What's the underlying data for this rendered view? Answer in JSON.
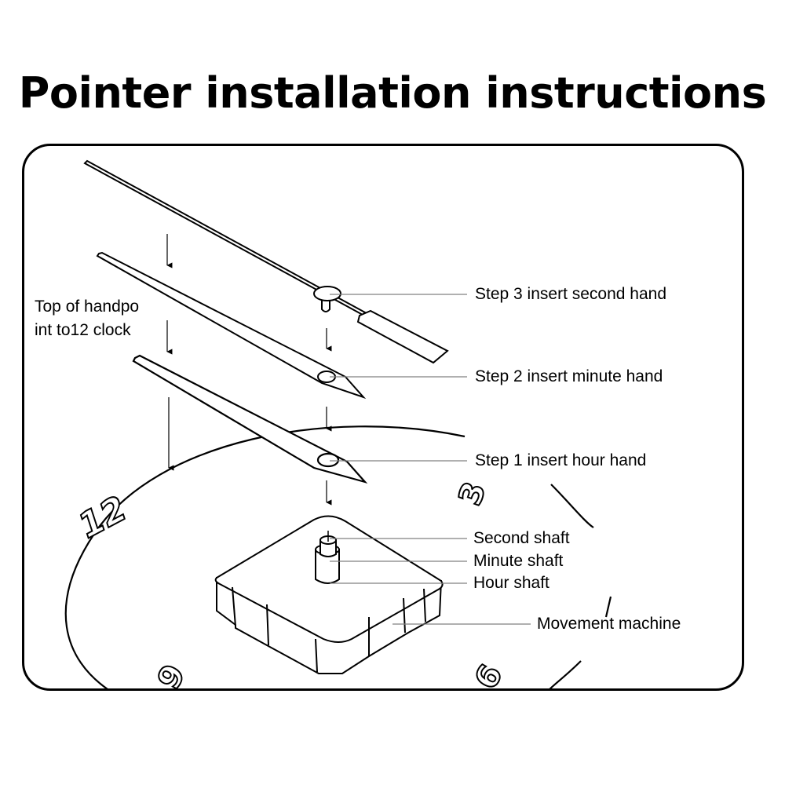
{
  "title": "Pointer installation instructions",
  "note": {
    "line1": "Top of handpo",
    "line2": "int to12 clock"
  },
  "steps": {
    "step3": "Step 3 insert second hand",
    "step2": "Step 2 insert minute hand",
    "step1": "Step 1 insert hour hand"
  },
  "parts": {
    "second_shaft": "Second shaft",
    "minute_shaft": "Minute shaft",
    "hour_shaft": "Hour shaft",
    "movement": "Movement machine"
  },
  "dial_numbers": {
    "twelve": "12",
    "three": "3",
    "six": "6",
    "nine": "9"
  },
  "colors": {
    "ink": "#000000",
    "leader": "#808080",
    "background": "#ffffff"
  }
}
